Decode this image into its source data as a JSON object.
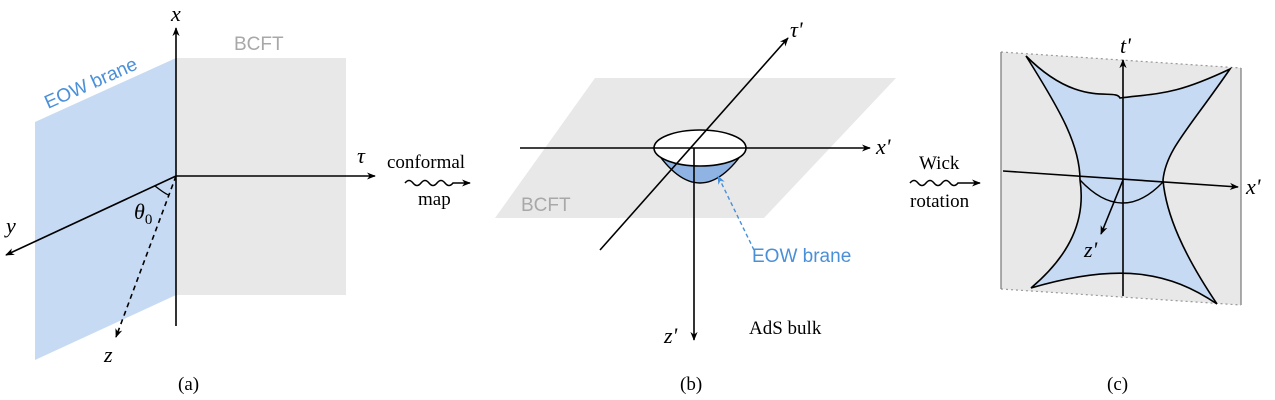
{
  "panel_a": {
    "axis_x": "x",
    "axis_tau": "τ",
    "axis_y": "y",
    "axis_z": "z",
    "angle_label": "θ",
    "angle_sub": "0",
    "brane_label": "EOW brane",
    "bcft_label": "BCFT",
    "caption": "(a)"
  },
  "arrow1": {
    "line1": "conformal",
    "line2": "map"
  },
  "panel_b": {
    "axis_tau": "τ'",
    "axis_x": "x'",
    "axis_z": "z'",
    "bcft_label": "BCFT",
    "brane_label": "EOW brane",
    "bulk_label": "AdS bulk",
    "caption": "(b)"
  },
  "arrow2": {
    "line1": "Wick",
    "line2": "rotation"
  },
  "panel_c": {
    "axis_t": "t'",
    "axis_x": "x'",
    "axis_z": "z'",
    "caption": "(c)"
  },
  "colors": {
    "brane_blue": "#c6daf3",
    "brane_label_blue": "#4a90d9",
    "bcft_gray": "#e8e8e8",
    "bcft_label_gray": "#a8a8a8",
    "cap_blue": "#8fb4e3"
  }
}
